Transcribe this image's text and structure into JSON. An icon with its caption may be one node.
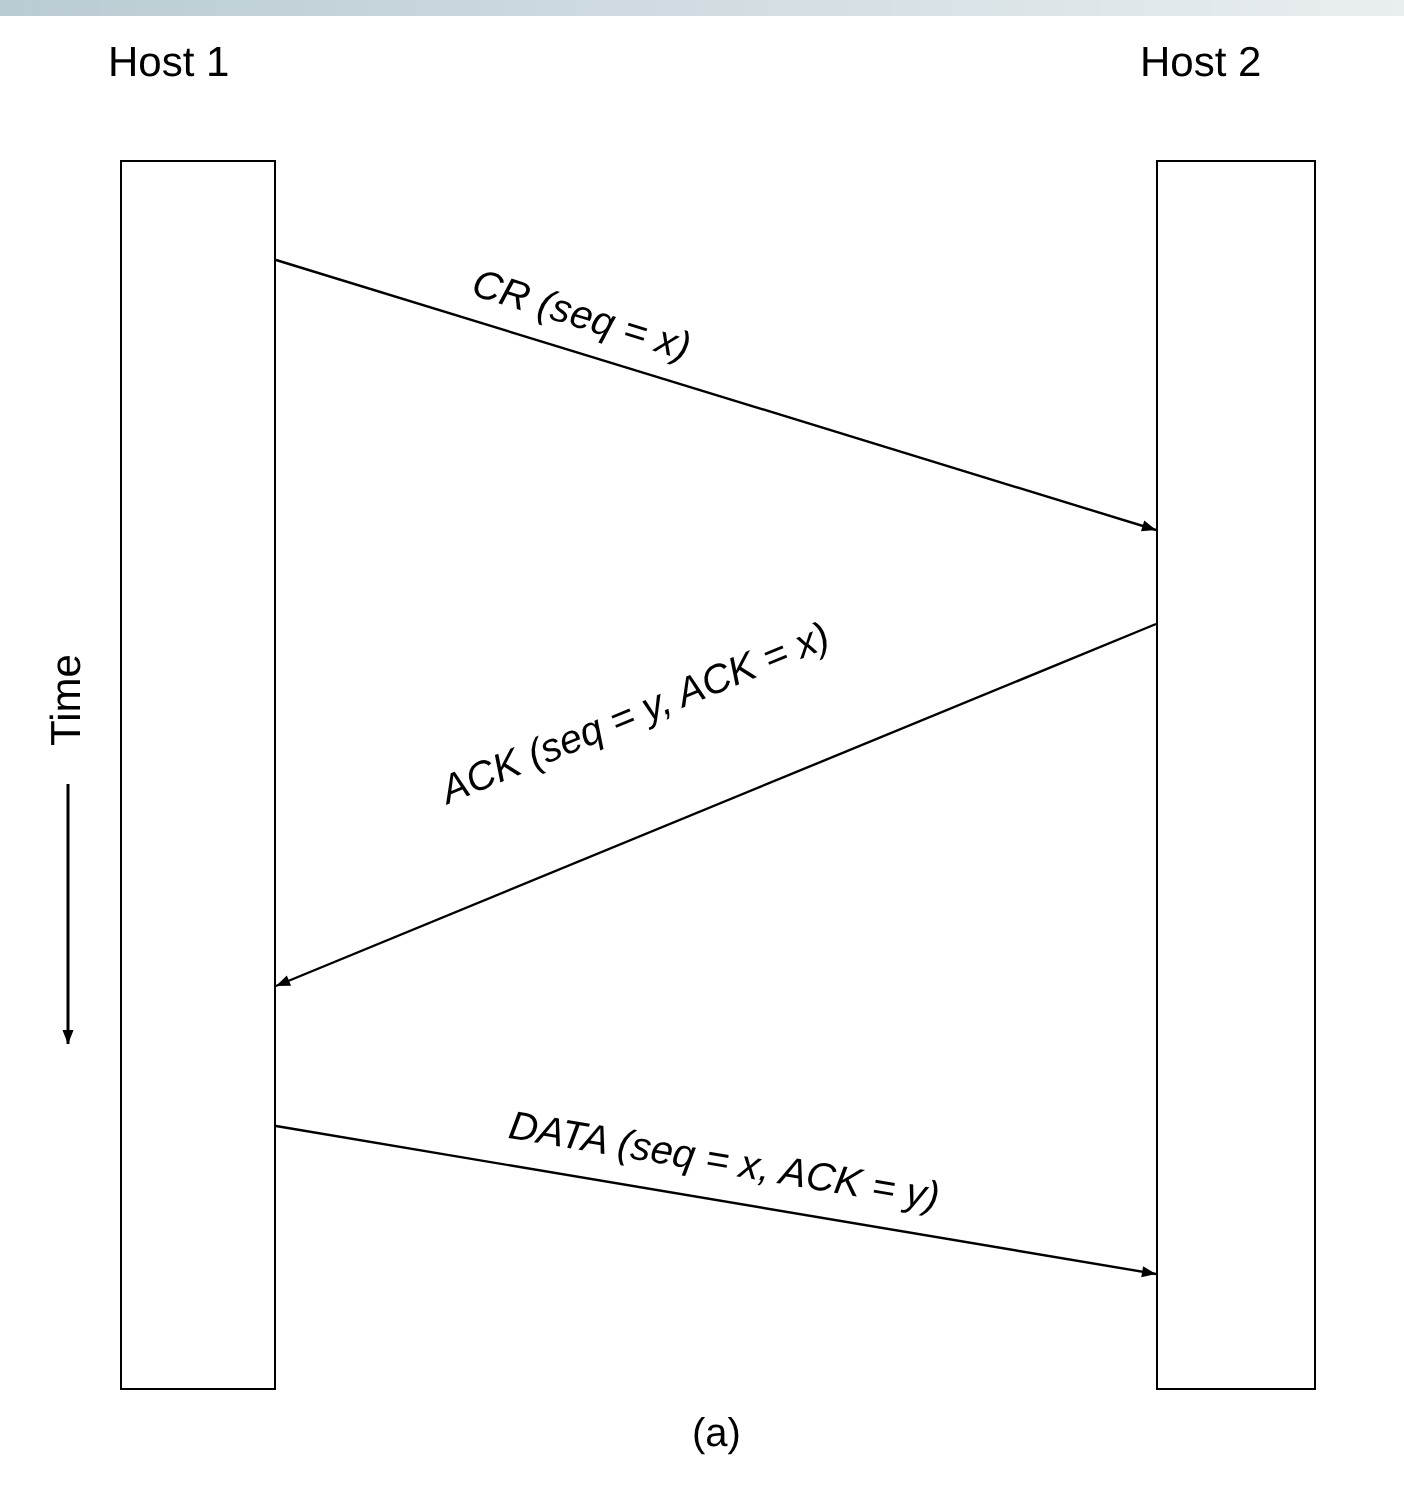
{
  "diagram": {
    "nodes": [
      {
        "text": [
          "Host 1"
        ]
      },
      {
        "text": [
          "Host 2"
        ]
      }
    ],
    "edges": [
      {
        "from": 0,
        "to": 1,
        "arrow": "to",
        "label": "CR (seq = x)"
      },
      {
        "from": 1,
        "to": 0,
        "arrow": "to",
        "label": "ACK (seq = y, ACK = x)"
      },
      {
        "from": 0,
        "to": 1,
        "arrow": "to",
        "label": "DATA (seq = x, ACK = y)"
      }
    ],
    "labels": [
      "Time",
      "(a)"
    ]
  }
}
